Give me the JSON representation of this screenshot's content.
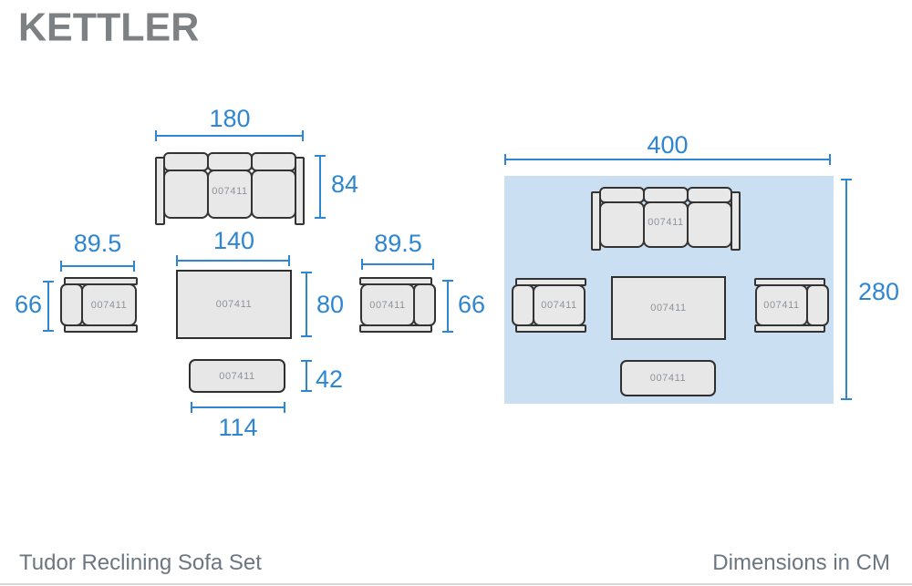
{
  "brand": {
    "logo": "KETTLER"
  },
  "footer": {
    "product_name": "Tudor Reclining Sofa Set",
    "units_label": "Dimensions in CM"
  },
  "colors": {
    "dimension_blue": "#2e86d2",
    "layout_panel_blue": "#cbdff2",
    "furniture_fill": "#e8e8e8",
    "furniture_stroke": "#333333",
    "sku_label_gray": "#8d939a",
    "logo_gray": "#7d8184",
    "footer_text_gray": "#6b7681"
  },
  "detail_views": {
    "sofa": {
      "width_cm": "180",
      "depth_cm": "84",
      "sku": "007411"
    },
    "chair_left": {
      "width_cm": "89.5",
      "depth_cm": "66",
      "sku": "007411"
    },
    "table": {
      "width_cm": "140",
      "depth_cm": "80",
      "sku": "007411"
    },
    "chair_right": {
      "width_cm": "89.5",
      "depth_cm": "66",
      "sku": "007411"
    },
    "bench": {
      "width_cm": "114",
      "depth_cm": "42",
      "sku": "007411"
    }
  },
  "layout_view": {
    "width_cm": "400",
    "depth_cm": "280",
    "items": {
      "sofa_sku": "007411",
      "chair_left_sku": "007411",
      "table_sku": "007411",
      "chair_right_sku": "007411",
      "bench_sku": "007411"
    }
  }
}
